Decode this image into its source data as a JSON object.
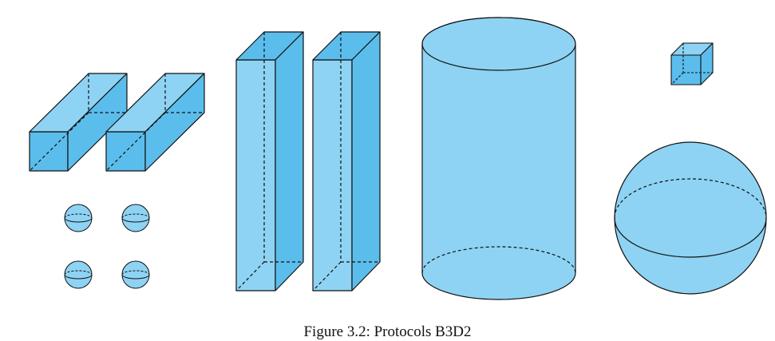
{
  "figure": {
    "caption": "Figure 3.2: Protocols B3D2",
    "fill_light": "#8ed3f3",
    "fill_dark": "#5bbdec",
    "stroke": "#111111",
    "shapes": [
      "horizontal-prism",
      "horizontal-prism",
      "small-sphere",
      "small-sphere",
      "small-sphere",
      "small-sphere",
      "tall-prism",
      "tall-prism",
      "cylinder",
      "small-cube",
      "large-sphere"
    ]
  }
}
